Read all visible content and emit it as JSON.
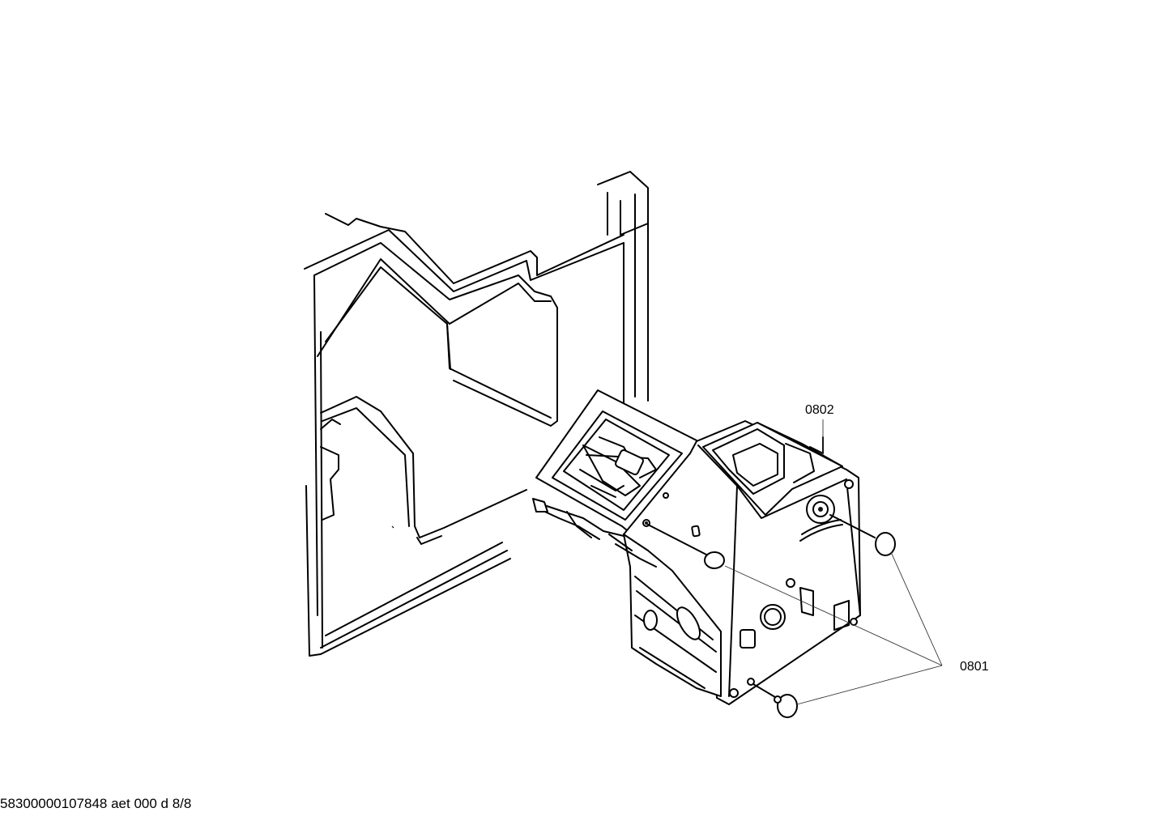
{
  "diagram": {
    "callouts": [
      {
        "id": "0802",
        "label": "0802"
      },
      {
        "id": "0801",
        "label": "0801"
      }
    ]
  },
  "footer": {
    "document_code": "58300000107848 aet 000 d 8/8"
  },
  "colors": {
    "line": "#000000",
    "background": "#ffffff"
  }
}
